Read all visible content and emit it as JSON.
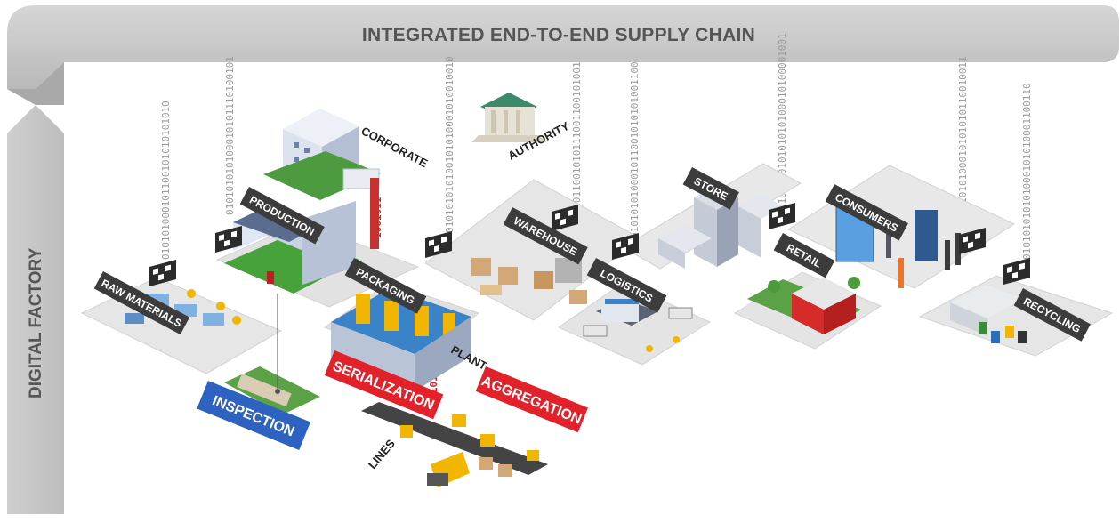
{
  "banner": {
    "title": "INTEGRATED END-TO-END SUPPLY CHAIN"
  },
  "side": {
    "title": "DIGITAL FACTORY"
  },
  "stations": {
    "raw_materials": "RAW MATERIALS",
    "production": "PRODUCTION",
    "corporate": "CORPORATE",
    "authority": "AUTHORITY",
    "packaging": "PACKAGING",
    "plant": "PLANT",
    "warehouse": "WAREHOUSE",
    "logistics": "LOGISTICS",
    "store": "STORE",
    "retail": "RETAIL",
    "consumers": "CONSUMERS",
    "recycling": "RECYCLING",
    "inspection": "INSPECTION",
    "serialization": "SERIALIZATION",
    "aggregation": "AGGREGATION",
    "lines": "LINES"
  },
  "binary": {
    "col1": "010101000101100101010101010",
    "col2": "010101010100010101110100101",
    "col3": "010101010100101010001010010010",
    "col4": "010101011001010111001100101001",
    "col5": "010101010001011001010101001100",
    "col6": "010101010101010100010100001001",
    "col7": "010101010100010101010110010011",
    "col8": "010101010101000101010001100110",
    "red1": "1001011",
    "red2": "010101010"
  },
  "colors": {
    "label_dark": "#3c3c3c",
    "label_blue": "#2d62c1",
    "label_red": "#e1222a",
    "banner": "#c7c7c7",
    "platform": "#e3e3e3"
  }
}
